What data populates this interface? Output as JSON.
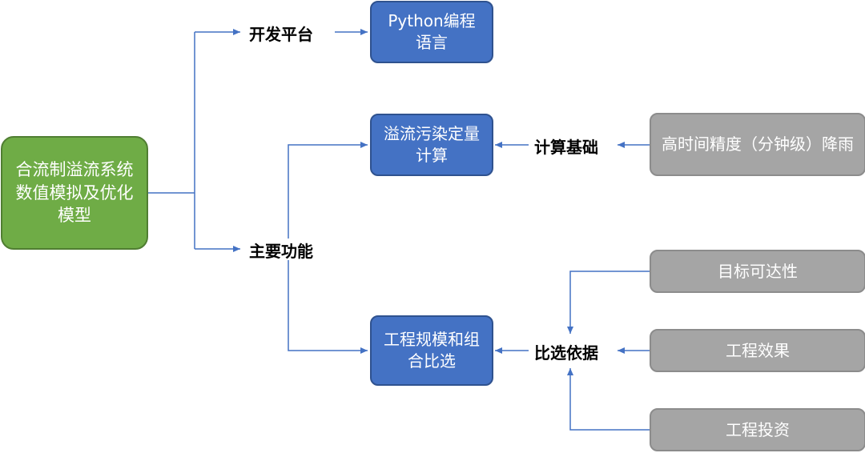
{
  "root": {
    "text": "合流制溢流系统数值模拟及优化模型"
  },
  "labels": {
    "platform": "开发平台",
    "functions": "主要功能",
    "calc_basis": "计算基础",
    "compare_basis": "比选依据"
  },
  "nodes": {
    "python": "Python编程语言",
    "quant": "溢流污染定量计算",
    "scale": "工程规模和组合比选",
    "rain": "高时间精度（分钟级）降雨",
    "target": "目标可达性",
    "effect": "工程效果",
    "invest": "工程投资"
  },
  "colors": {
    "root_fill": "#6fac46",
    "blue_fill": "#4472c4",
    "gray_fill": "#a5a5a5",
    "connector": "#4472c4"
  }
}
